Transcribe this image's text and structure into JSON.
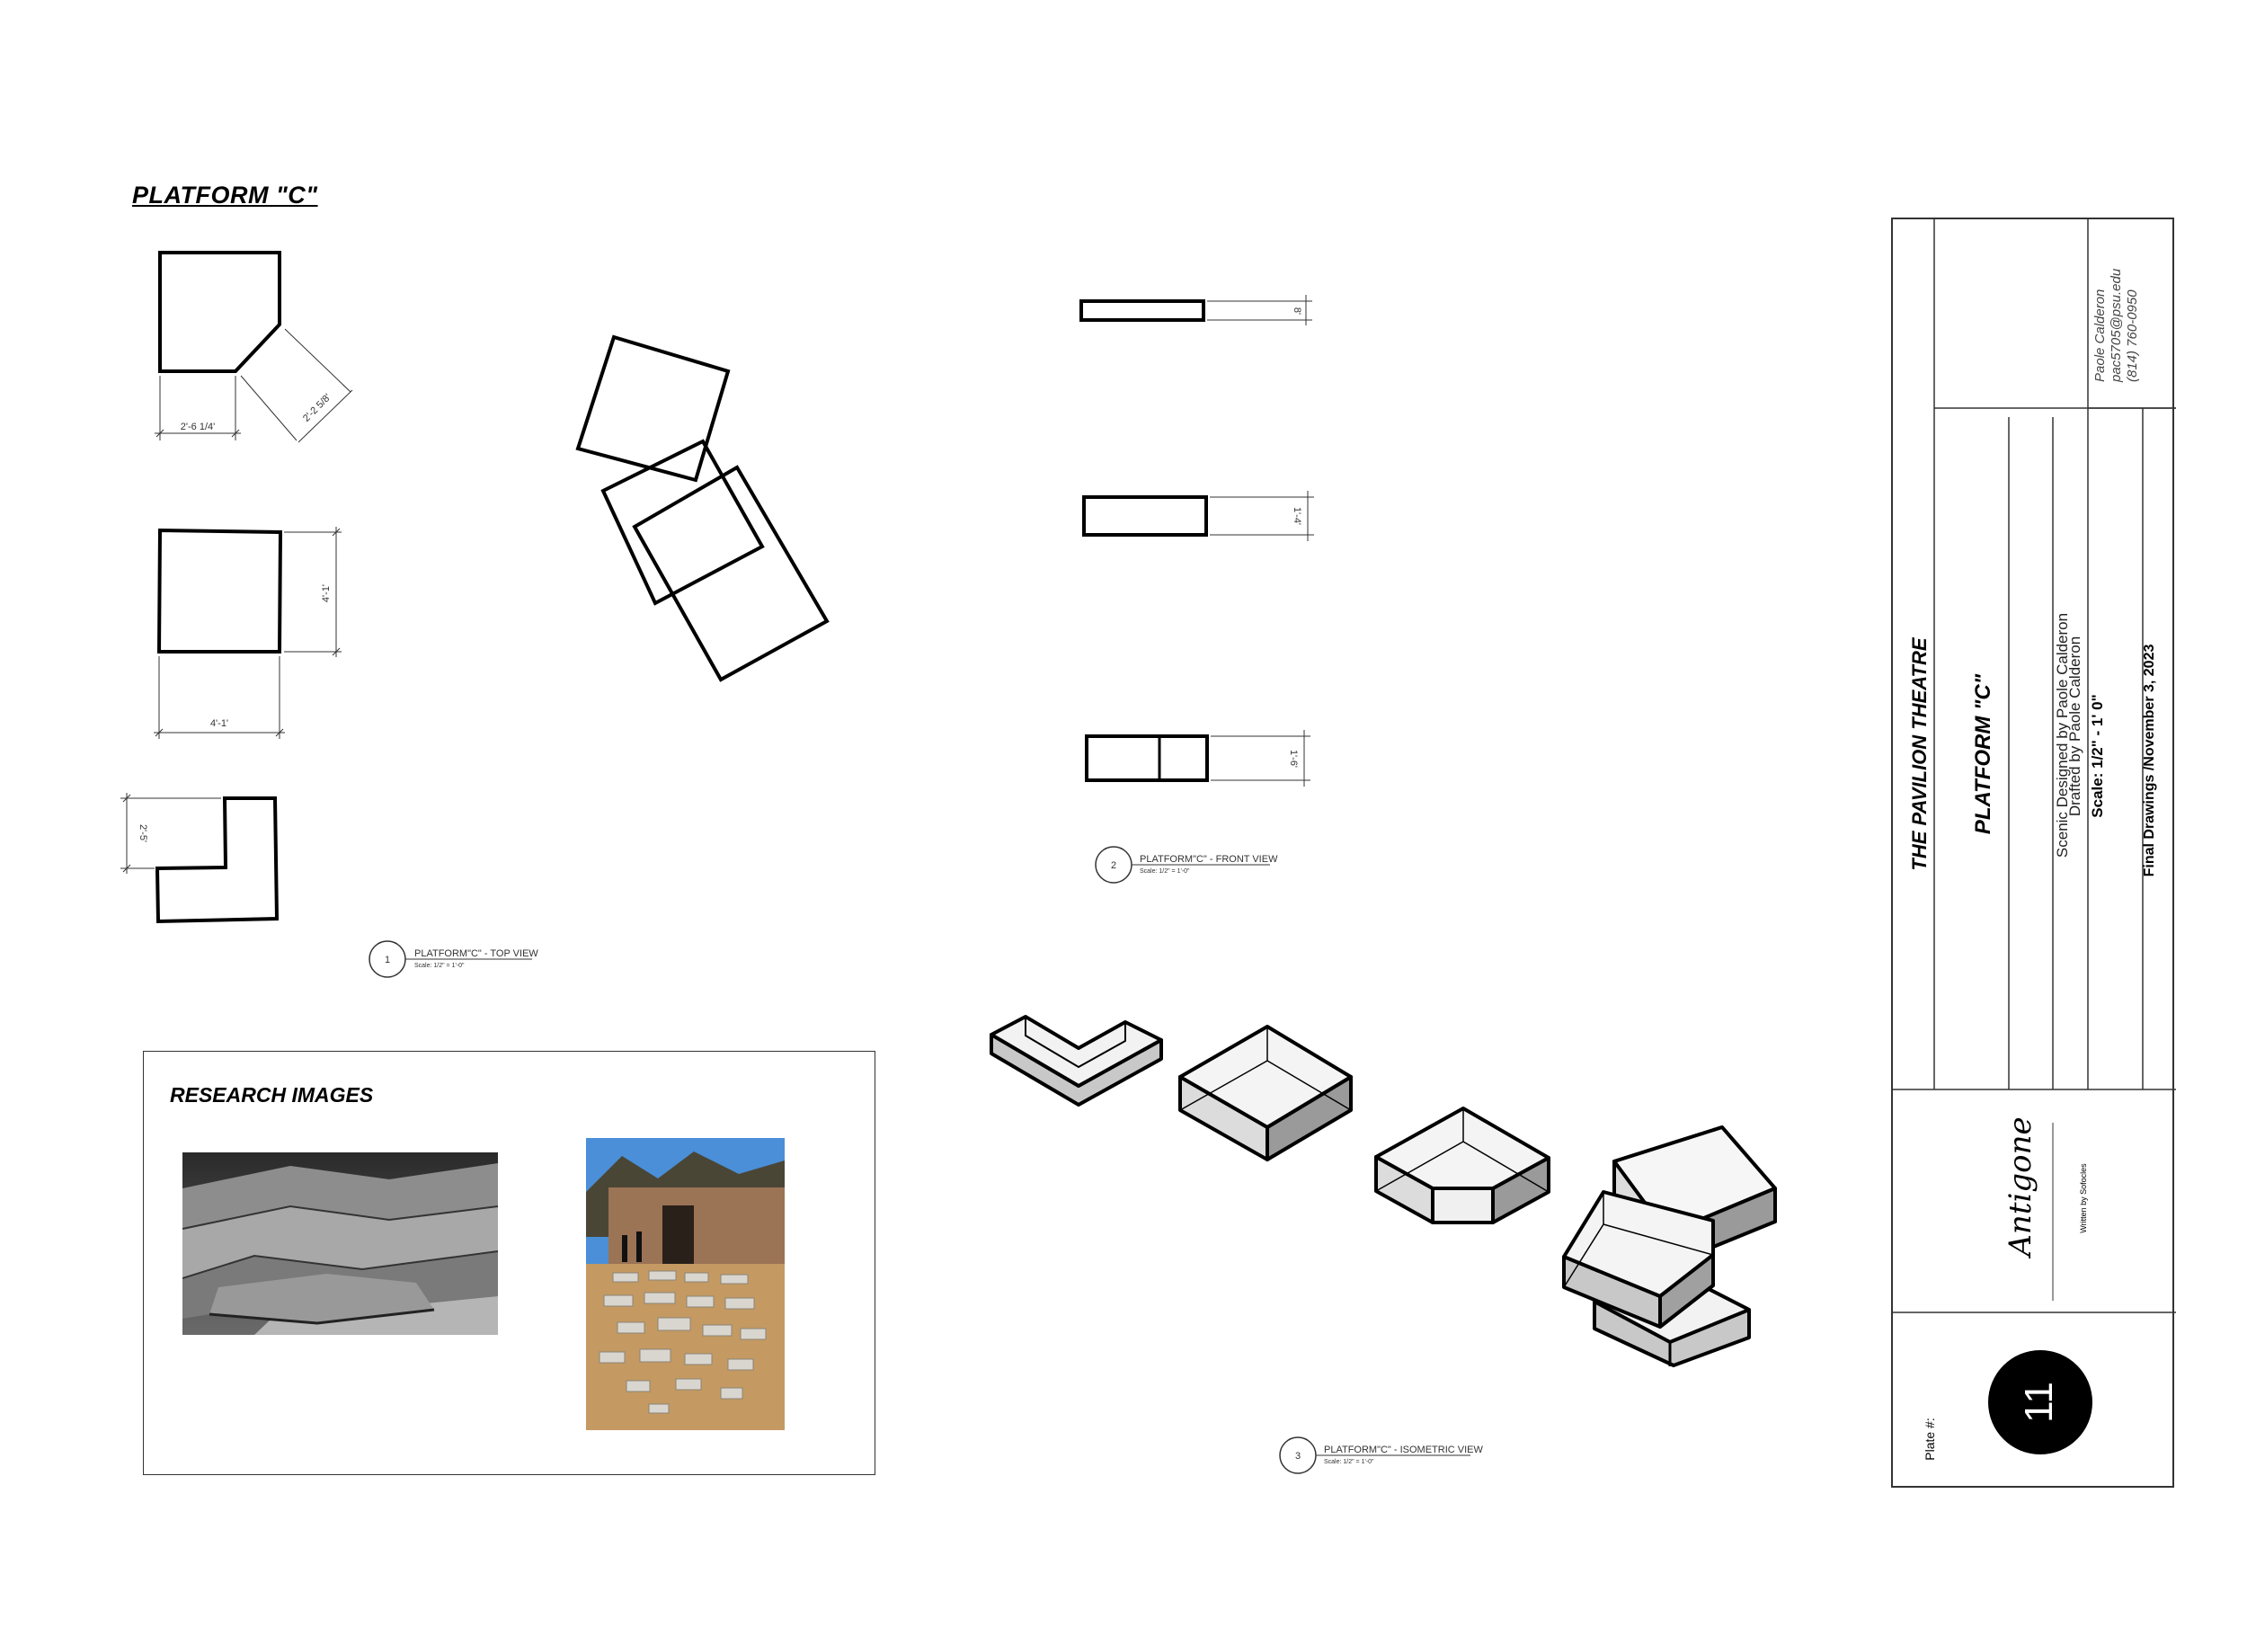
{
  "sheet": {
    "title": "PLATFORM \"C\""
  },
  "top_view": {
    "dims": {
      "a": "2'-6 1/4'",
      "b": "2'-2 5/8'",
      "c": "4'-1'",
      "d": "4'-1'",
      "e": "2'-5'"
    },
    "number": "1",
    "label": "PLATFORM\"C\" - TOP VIEW",
    "scale": "Scale: 1/2\" = 1'-0\""
  },
  "front_view": {
    "dims": {
      "a": "8'",
      "b": "1'-4'",
      "c": "1'-6'"
    },
    "number": "2",
    "label": "PLATFORM\"C\" - FRONT VIEW",
    "scale": "Scale: 1/2\" = 1'-0\""
  },
  "iso_view": {
    "number": "3",
    "label": "PLATFORM\"C\" - ISOMETRIC VIEW",
    "scale": "Scale: 1/2\" = 1'-0\""
  },
  "research": {
    "title": "RESEARCH IMAGES"
  },
  "title_block": {
    "theatre": "THE PAVILION THEATRE",
    "sheet_name": "PLATFORM \"C\"",
    "designed": "Scenic Designed by Paole Calderon",
    "drafted": "Drafted by Paole Calderon",
    "scale": "Scale: 1/2\" - 1' 0\"",
    "date": "Final Drawings /November 3, 2023",
    "contact_name": "Paole Calderon",
    "contact_email": "pac5705@psu.edu",
    "contact_phone": "(814) 760-0950",
    "show_title": "Antigone",
    "author": "Written by Sofocles",
    "plate_label": "Plate #:",
    "plate_number": "11"
  },
  "colors": {
    "line": "#000000",
    "shade_light": "#f2f2f2",
    "shade_mid": "#c8c8c8",
    "shade_dark": "#9a9a9a",
    "plate_circle": "#000000"
  }
}
